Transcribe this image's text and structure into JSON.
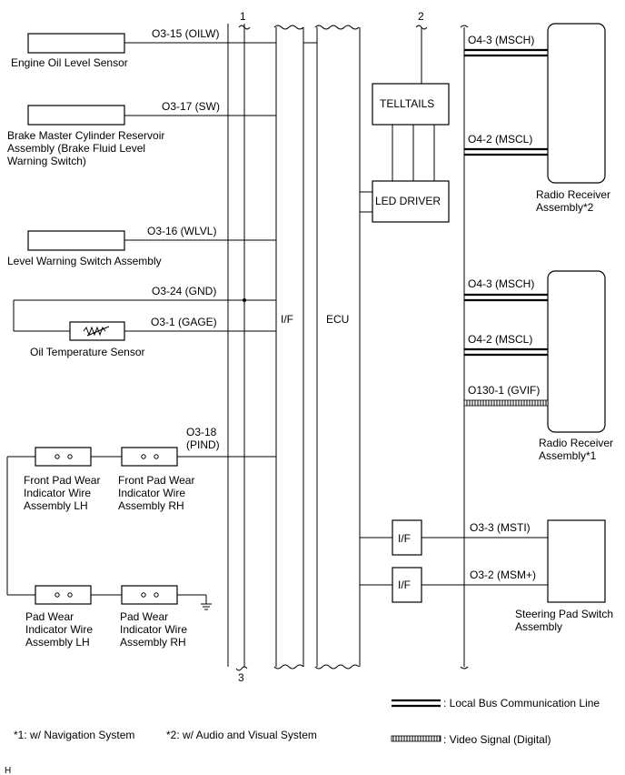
{
  "components": {
    "engine_oil_level_sensor": "Engine Oil Level Sensor",
    "brake_master_cylinder": [
      "Brake Master Cylinder Reservoir",
      "Assembly (Brake Fluid Level",
      "Warning Switch)"
    ],
    "level_warning_switch": "Level Warning Switch Assembly",
    "oil_temperature_sensor": "Oil Temperature Sensor",
    "front_pad_lh": [
      "Front Pad Wear",
      "Indicator Wire",
      "Assembly LH"
    ],
    "front_pad_rh": [
      "Front Pad Wear",
      "Indicator Wire",
      "Assembly RH"
    ],
    "pad_lh": [
      "Pad Wear",
      "Indicator Wire",
      "Assembly LH"
    ],
    "pad_rh": [
      "Pad Wear",
      "Indicator Wire",
      "Assembly RH"
    ],
    "telltails": "TELLTAILS",
    "led_driver": "LED DRIVER",
    "if_main": "I/F",
    "ecu": "ECU",
    "if_small_1": "I/F",
    "if_small_2": "I/F",
    "radio_receiver_2": [
      "Radio Receiver",
      "Assembly*2"
    ],
    "radio_receiver_1": [
      "Radio Receiver",
      "Assembly*1"
    ],
    "steering_pad_switch": [
      "Steering Pad Switch",
      "Assembly"
    ]
  },
  "pins": {
    "oilw": "O3-15 (OILW)",
    "sw": "O3-17 (SW)",
    "wlvl": "O3-16 (WLVL)",
    "gnd": "O3-24 (GND)",
    "gage": "O3-1 (GAGE)",
    "pind": [
      "O3-18",
      "(PIND)"
    ],
    "msch_top": "O4-3 (MSCH)",
    "mscl_top": "O4-2 (MSCL)",
    "msch_mid": "O4-3 (MSCH)",
    "mscl_mid": "O4-2 (MSCL)",
    "gvif": "O130-1 (GVIF)",
    "msti": "O3-3 (MSTI)",
    "msm": "O3-2 (MSM+)"
  },
  "markers": {
    "m1": "1",
    "m2": "2",
    "m3": "3"
  },
  "legend": {
    "local_bus": ": Local Bus Communication Line",
    "video_signal": ": Video Signal (Digital)"
  },
  "notes": {
    "note1": "*1: w/ Navigation System",
    "note2": "*2: w/ Audio and Visual System"
  },
  "corner_mark": "H"
}
